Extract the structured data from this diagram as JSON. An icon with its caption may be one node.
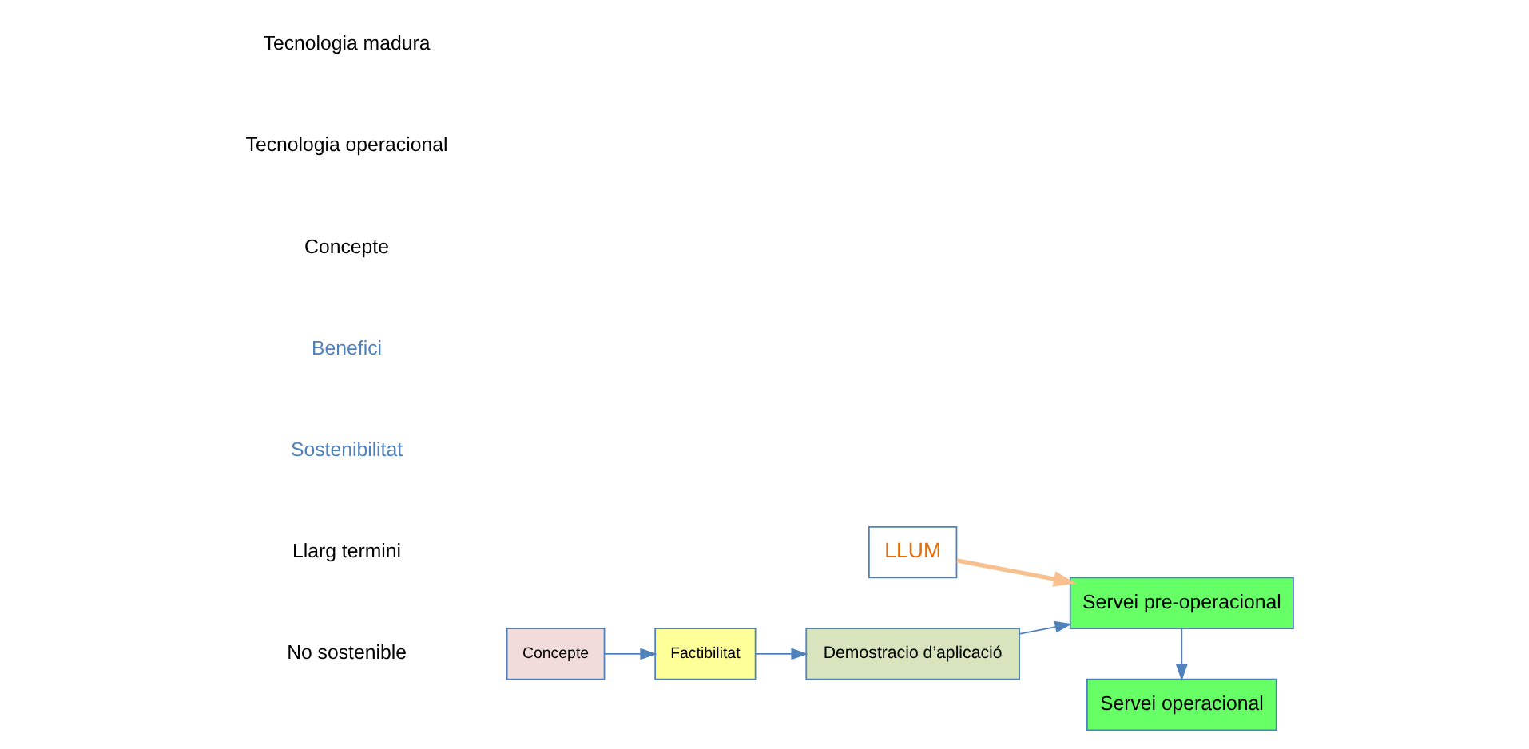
{
  "diagram": {
    "nodes": [
      {
        "text": [
          "Concepte"
        ]
      },
      {
        "text": [
          "Factibilitat"
        ]
      },
      {
        "text": [
          "Demostracio d’aplicació"
        ]
      },
      {
        "text": [
          "Servei pre-operacional"
        ]
      },
      {
        "text": [
          "Servei operacional"
        ]
      },
      {
        "text": [
          "LLUM"
        ]
      }
    ],
    "edges": [
      {
        "from": 0,
        "to": 1,
        "arrow": "to"
      },
      {
        "from": 1,
        "to": 2,
        "arrow": "to"
      },
      {
        "from": 2,
        "to": 3,
        "arrow": "to"
      },
      {
        "from": 3,
        "to": 4,
        "arrow": "to"
      },
      {
        "from": 5,
        "to": 3,
        "arrow": "to",
        "style": "thick",
        "color": "#f9c08f"
      }
    ],
    "labels": [
      "Sostenibilitat",
      "Benefici",
      "Llarg termini",
      "No sostenible",
      "Concepte",
      "Tecnologia operacional",
      "Tecnologia madura"
    ]
  }
}
